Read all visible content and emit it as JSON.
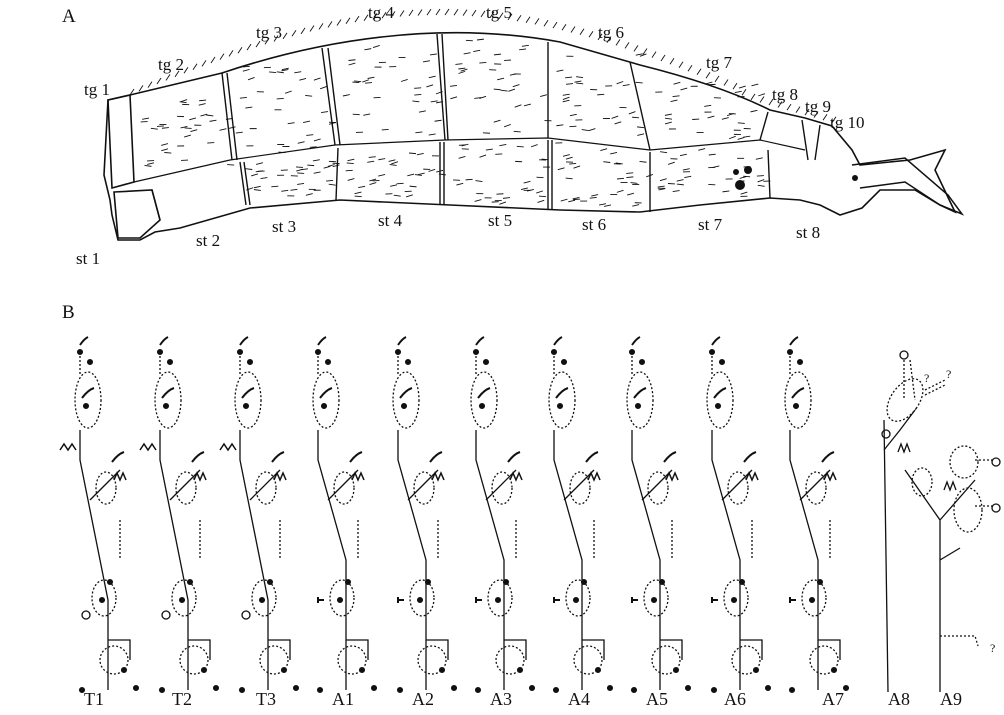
{
  "figure": {
    "panel_a_label": "A",
    "panel_b_label": "B"
  },
  "panel_a": {
    "tergites": [
      "tg 1",
      "tg 2",
      "tg 3",
      "tg 4",
      "tg 5",
      "tg 6",
      "tg 7",
      "tg 8",
      "tg 9",
      "tg 10"
    ],
    "sternites": [
      "st 1",
      "st 2",
      "st 3",
      "st 4",
      "st 5",
      "st 6",
      "st 7",
      "st 8"
    ]
  },
  "panel_b": {
    "segments": [
      "T1",
      "T2",
      "T3",
      "A1",
      "A2",
      "A3",
      "A4",
      "A5",
      "A6",
      "A7",
      "A8",
      "A9"
    ],
    "query_mark": "?"
  }
}
